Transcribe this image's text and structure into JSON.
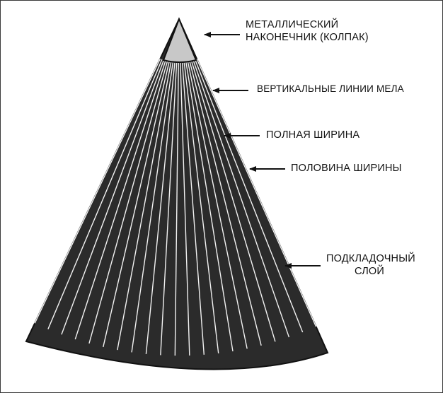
{
  "labels": {
    "cap": [
      "МЕТАЛЛИЧЕСКИЙ",
      "НАКОНЕЧНИК (КОЛПАК)"
    ],
    "chalk_lines": "ВЕРТИКАЛЬНЫЕ ЛИНИИ МЕЛА",
    "full_width": "ПОЛНАЯ ШИРИНА",
    "half_width": "ПОЛОВИНА ШИРИНЫ",
    "underlayment": [
      "ПОДКЛАДОЧНЫЙ",
      "СЛОЙ"
    ]
  },
  "colors": {
    "underlayment": "#2b2b2b",
    "shingle": "#c3c3c3",
    "cap": "#c8c8c8",
    "outline": "#111111",
    "chalk_line": "#f2f2f2"
  }
}
